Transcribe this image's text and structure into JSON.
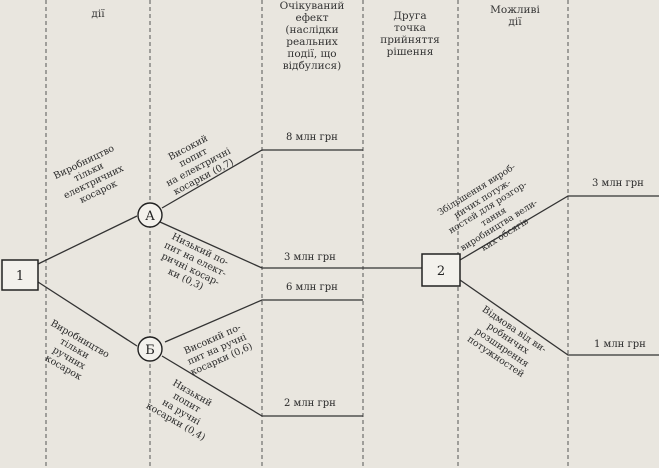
{
  "headers": {
    "actions": "дії",
    "expected_effect": [
      "Очікуваний",
      "ефект",
      "(наслідки",
      "реальних",
      "події, що",
      "відбулися)"
    ],
    "second_point": [
      "Друга",
      "точка",
      "прийняття",
      "рішення"
    ],
    "possible_actions": [
      "Можливі",
      "дії"
    ]
  },
  "nodes": {
    "n1": "1",
    "a": "А",
    "b": "Б",
    "n2": "2"
  },
  "branch_labels": {
    "electric_only": [
      "Виробництво",
      "тільки",
      "електричних",
      "косарок"
    ],
    "manual_only": [
      "Виробництво",
      "тільки",
      "ручних",
      "косарок"
    ],
    "high_electric": [
      "Високий",
      "попит",
      "на електричні",
      "косарки (0,7)"
    ],
    "low_electric": [
      "Низький по-",
      "пит на елект-",
      "ричні косар-",
      "ки (0,3)"
    ],
    "high_manual": [
      "Високий по-",
      "пит на ручні",
      "косарки (0,6)"
    ],
    "low_manual": [
      "Низький",
      "попит",
      "на ручні",
      "косарки (0,4)"
    ],
    "expand": [
      "Збільшення вироб-",
      "ничих потуж-",
      "ностей для розгор-",
      "тання",
      "виробництва вели-",
      "ких обсягів"
    ],
    "refuse": [
      "Відмова від ви-",
      "робничих",
      "розширення",
      "потужностей"
    ]
  },
  "values": {
    "v8": "8 млн грн",
    "v3": "3 млн грн",
    "v6": "6 млн грн",
    "v2": "2 млн грн",
    "r3": "3 млн грн",
    "r1": "1 млн грн"
  }
}
